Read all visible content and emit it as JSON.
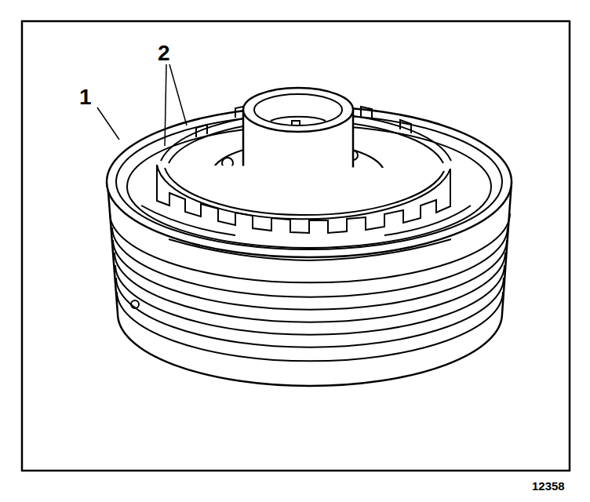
{
  "diagram": {
    "labels": [
      "1",
      "2",
      "12358"
    ]
  }
}
